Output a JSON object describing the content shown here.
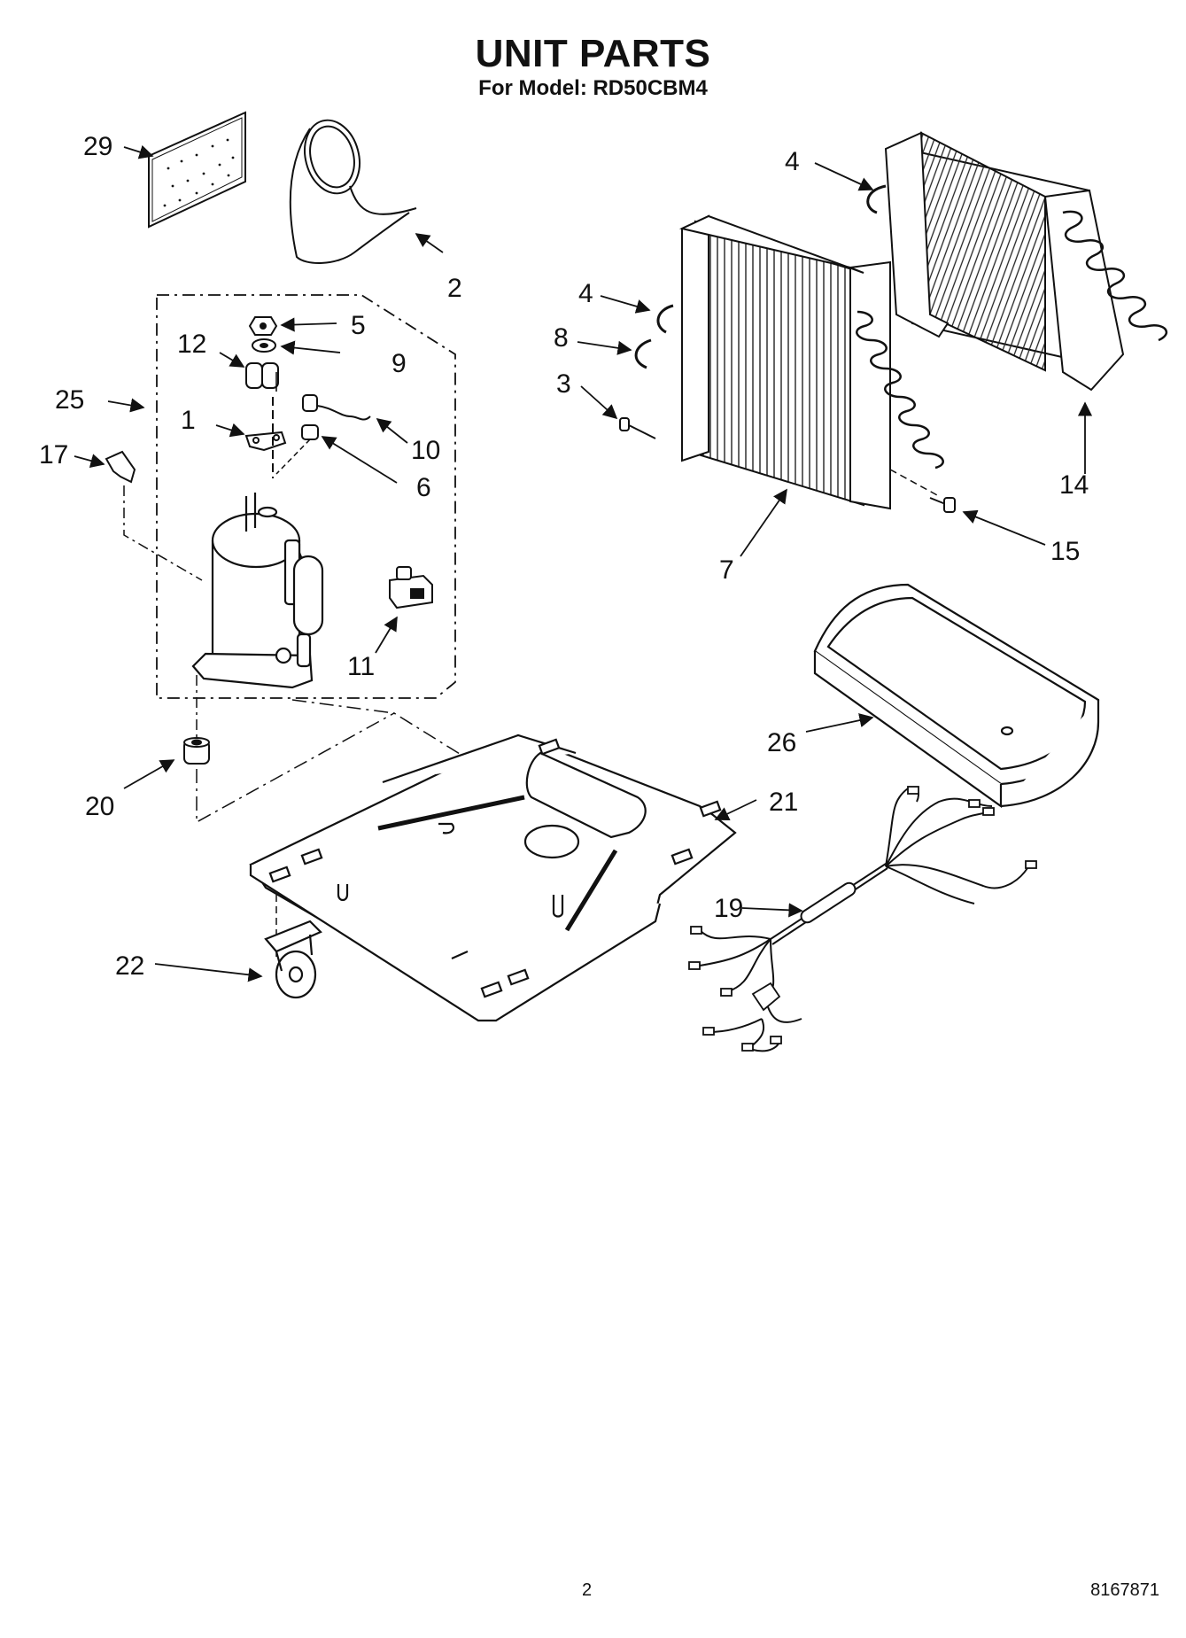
{
  "header": {
    "title": "UNIT PARTS",
    "subtitle": "For Model: RD50CBM4"
  },
  "callouts": [
    {
      "id": "c29",
      "label": "29",
      "part": "rear-grille-panel"
    },
    {
      "id": "c2",
      "label": "2",
      "part": "exhaust-hose"
    },
    {
      "id": "c4a",
      "label": "4",
      "part": "clip"
    },
    {
      "id": "c4b",
      "label": "4",
      "part": "clip"
    },
    {
      "id": "c14",
      "label": "14",
      "part": "condenser-coil"
    },
    {
      "id": "c8",
      "label": "8",
      "part": "clip"
    },
    {
      "id": "c3",
      "label": "3",
      "part": "screw"
    },
    {
      "id": "c7",
      "label": "7",
      "part": "evaporator-coil"
    },
    {
      "id": "c15",
      "label": "15",
      "part": "screw"
    },
    {
      "id": "c5",
      "label": "5",
      "part": "nut"
    },
    {
      "id": "c9",
      "label": "9",
      "part": "washer"
    },
    {
      "id": "c12",
      "label": "12",
      "part": "overload"
    },
    {
      "id": "c25",
      "label": "25",
      "part": "compressor-assembly"
    },
    {
      "id": "c1",
      "label": "1",
      "part": "bracket"
    },
    {
      "id": "c10",
      "label": "10",
      "part": "thermostat"
    },
    {
      "id": "c6",
      "label": "6",
      "part": "grommet"
    },
    {
      "id": "c17",
      "label": "17",
      "part": "clip"
    },
    {
      "id": "c11",
      "label": "11",
      "part": "relay"
    },
    {
      "id": "c26",
      "label": "26",
      "part": "drain-pan"
    },
    {
      "id": "c20",
      "label": "20",
      "part": "grommet"
    },
    {
      "id": "c21",
      "label": "21",
      "part": "base-pan"
    },
    {
      "id": "c19",
      "label": "19",
      "part": "wire-harness"
    },
    {
      "id": "c22",
      "label": "22",
      "part": "caster"
    }
  ],
  "footer": {
    "page_number": "2",
    "document_number": "8167871"
  }
}
